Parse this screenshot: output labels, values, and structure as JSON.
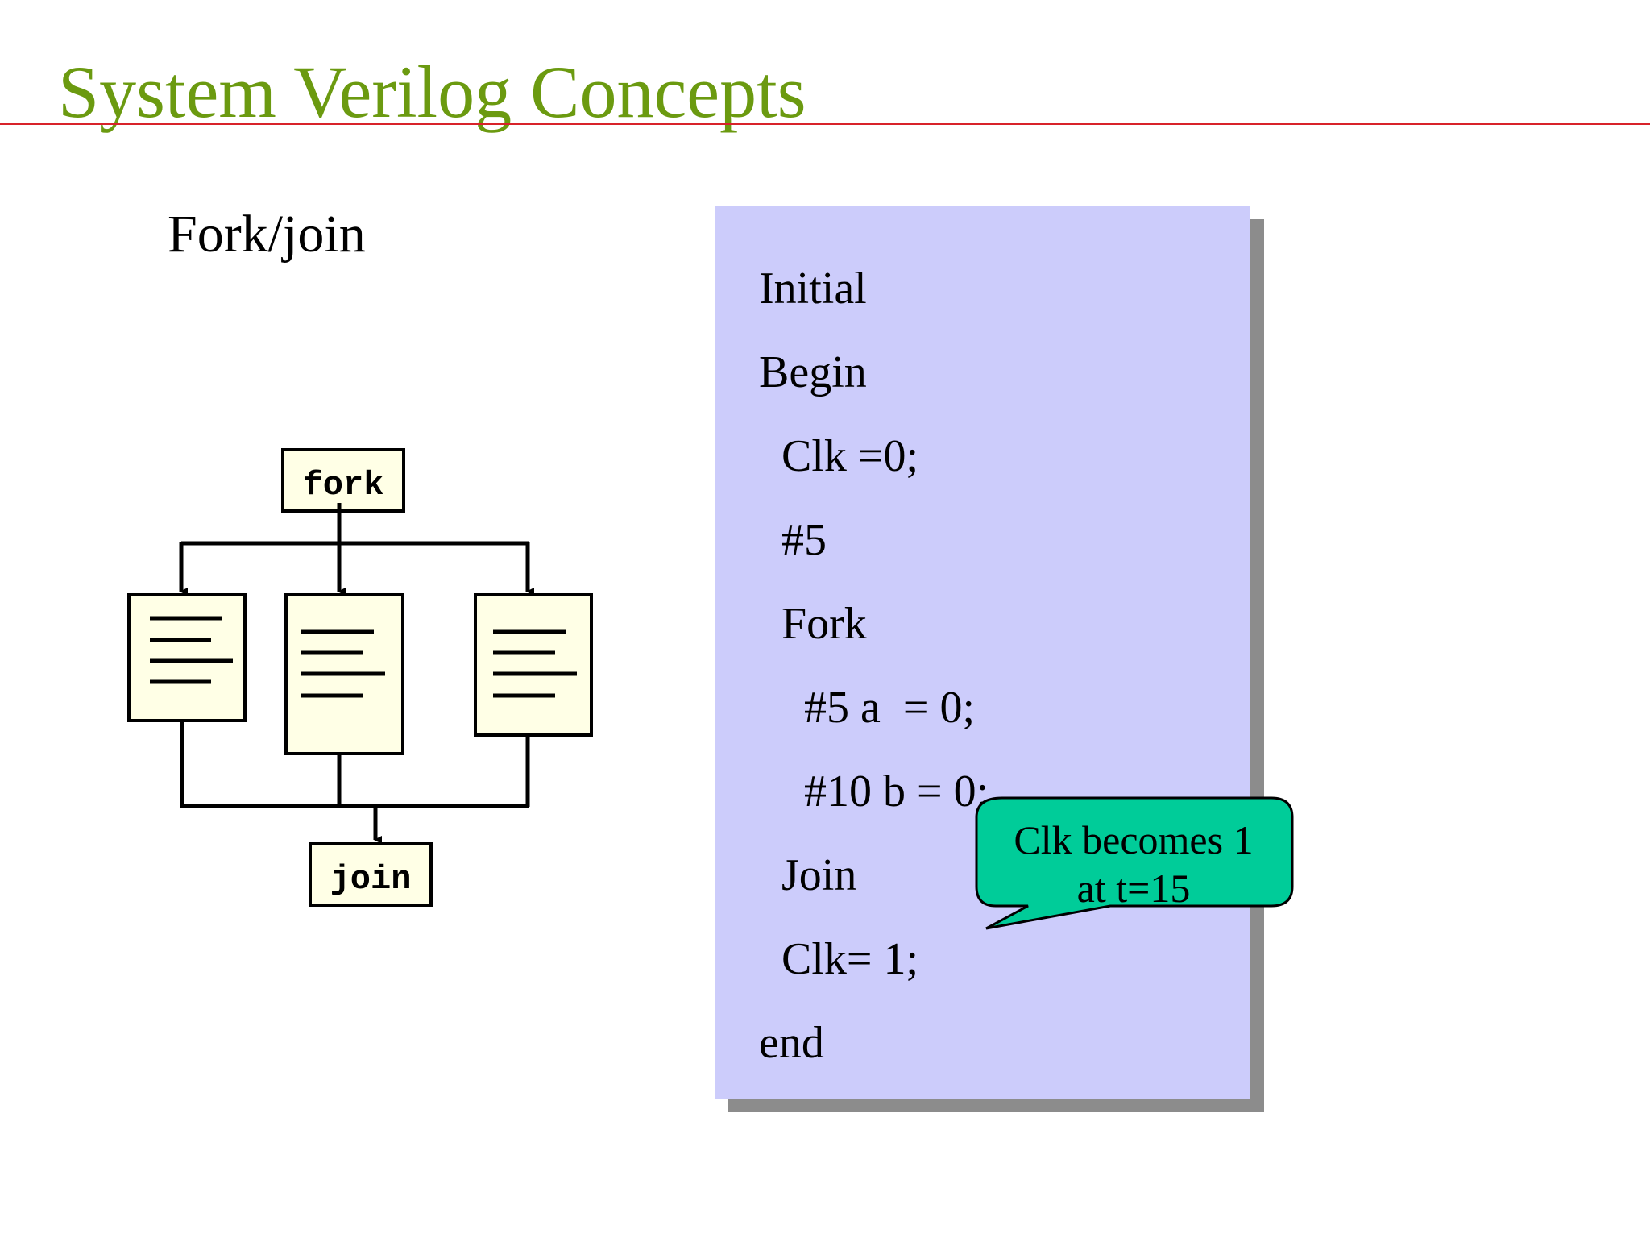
{
  "slide": {
    "title": "System Verilog Concepts",
    "subtitle": "Fork/join"
  },
  "diagram": {
    "fork_label": "fork",
    "join_label": "join"
  },
  "code": {
    "lines": [
      "Initial",
      "Begin",
      "  Clk =0;",
      "  #5",
      "  Fork",
      "    #5 a  = 0;",
      "    #10 b = 0;",
      "  Join",
      "  Clk= 1;",
      "end"
    ]
  },
  "callout": {
    "line1": "Clk becomes 1",
    "line2": "at t=15"
  },
  "colors": {
    "title": "#6b9a10",
    "rule": "#d8232a",
    "code_panel": "#ccccfb",
    "code_shadow": "#8c8c8c",
    "callout_fill": "#00cc99",
    "box_fill": "#ffffe6"
  }
}
